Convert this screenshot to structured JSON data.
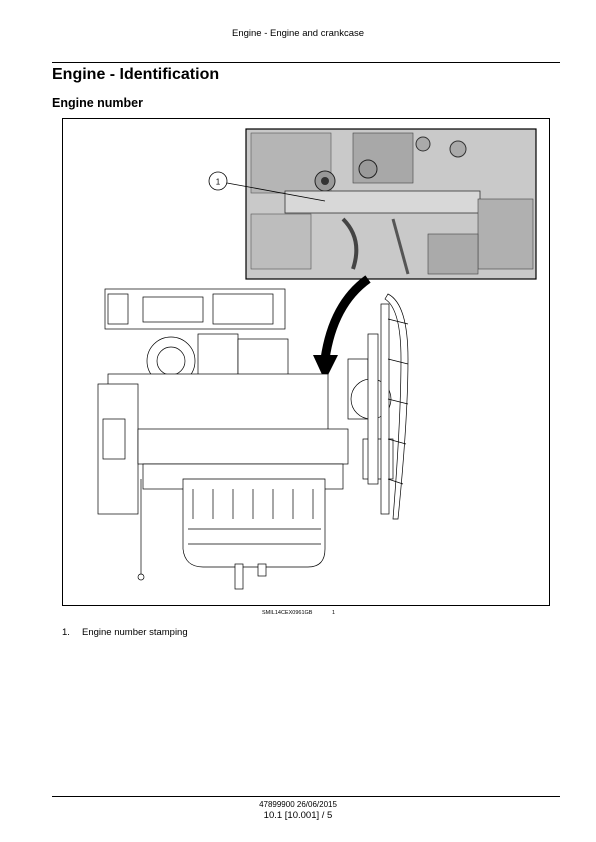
{
  "header": {
    "running_title": "Engine - Engine and crankcase"
  },
  "section": {
    "title": "Engine - Identification",
    "subtitle": "Engine number"
  },
  "figure": {
    "callout": "1",
    "code": "SMIL14CEX0961GB",
    "number": "1"
  },
  "legend": {
    "items": [
      {
        "num": "1.",
        "label": "Engine number stamping"
      }
    ]
  },
  "footer": {
    "doc": "47899900 26/06/2015",
    "page": "10.1 [10.001] / 5"
  }
}
